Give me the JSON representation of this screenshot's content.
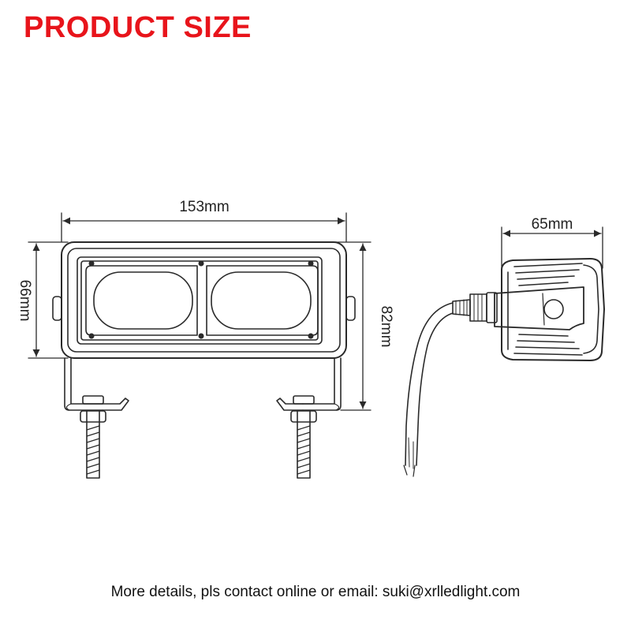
{
  "title": "PRODUCT SIZE",
  "colors": {
    "title": "#e8141b",
    "line": "#2a2a2a",
    "background": "#ffffff"
  },
  "dimensions": {
    "width": "153mm",
    "inner_height": "66mm",
    "total_height": "82mm",
    "depth": "65mm"
  },
  "footer": "More details, pls contact online or email: suki@xrlledlight.com"
}
